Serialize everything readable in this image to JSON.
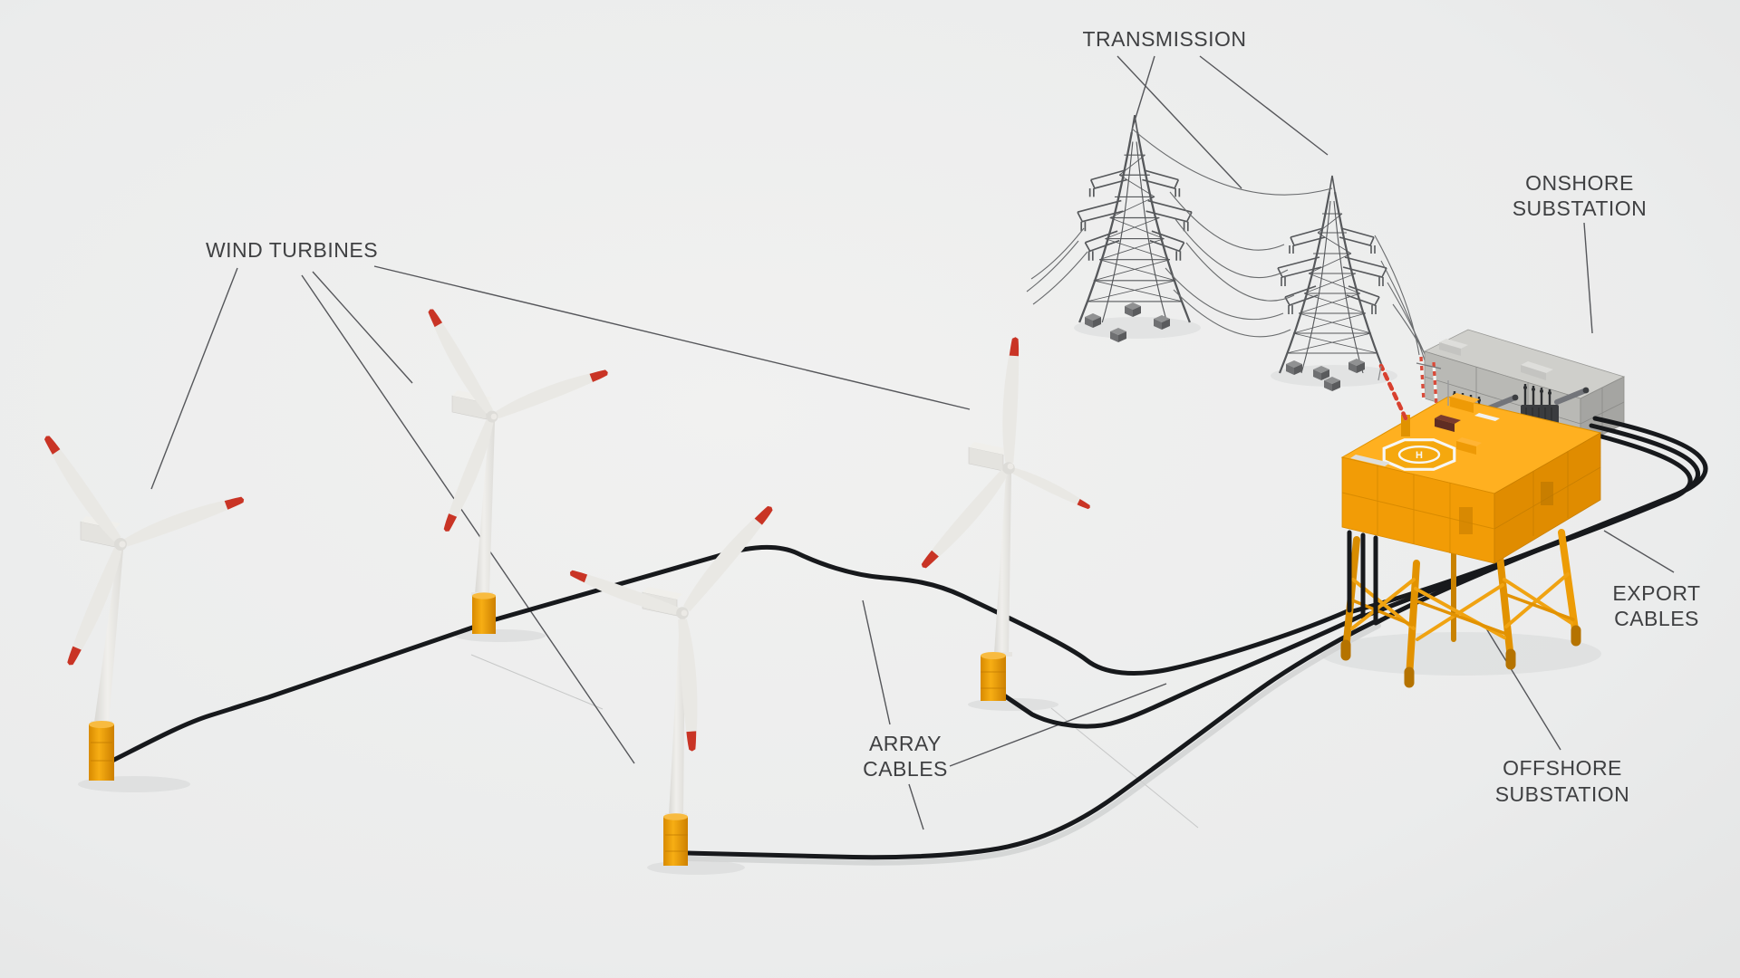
{
  "diagram": {
    "type": "offshore-wind-farm-infrastructure",
    "background_color": "#ebecec",
    "labels": {
      "transmission": "TRANSMISSION",
      "wind_turbines": "WIND TURBINES",
      "onshore_substation": {
        "line1": "ONSHORE",
        "line2": "SUBSTATION"
      },
      "export_cables": {
        "line1": "EXPORT",
        "line2": "CABLES"
      },
      "array_cables": {
        "line1": "ARRAY",
        "line2": "CABLES"
      },
      "offshore_substation": {
        "line1": "OFFSHORE",
        "line2": "SUBSTATION"
      }
    },
    "elements": {
      "wind_turbine_count": 4,
      "transmission_tower_count": 2,
      "transformer_count": 2,
      "export_cable_count": 3,
      "array_cable_string_count": 3,
      "helipad_marking": "H"
    },
    "colors": {
      "label_text": "#3f4042",
      "leader_line": "#55565a",
      "cable_black": "#17191c",
      "platform_orange": "#ffb020",
      "platform_orange_dark": "#ee9a06",
      "jacket_orange": "#e29200",
      "turbine_white": "#e9e8e4",
      "blade_tip_red": "#c93425",
      "monopile_yellow": "#f2a400",
      "building_gray": "#b9b9b5",
      "pylon_gray": "#56585b"
    }
  }
}
